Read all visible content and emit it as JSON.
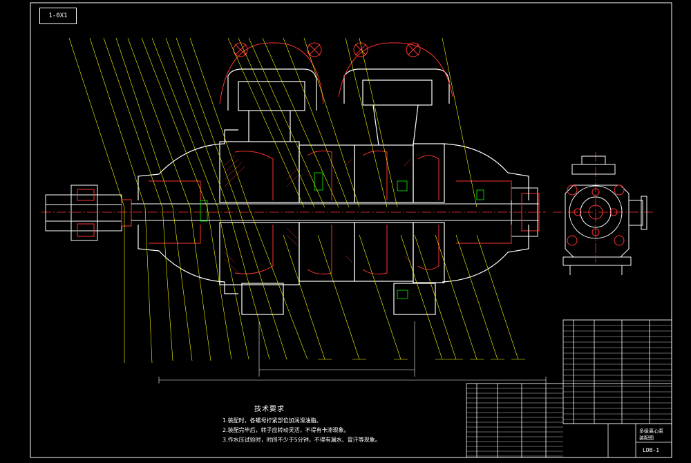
{
  "drawing": {
    "drawing_number_box": "1-0X1",
    "title_block_code": "LDB-1",
    "title_block_name_line1": "多级离心泵",
    "title_block_name_line2": "装配图"
  },
  "technical_requirements": {
    "title": "技术要求",
    "items": [
      "1.装配时，各螺母拧紧部位加润滑油脂。",
      "2.装配完毕后，转子应转动灵活，不得有卡滞现象。",
      "3.作水压试验时，时间不少于5分钟，不得有漏水、冒汗等现象。"
    ]
  },
  "colors": {
    "background": "#000000",
    "outline": "#ffffff",
    "leader": "#ffff00",
    "section": "#ff0000",
    "parts": "#ff0000",
    "dimension": "#ffffff",
    "hidden": "#00ff00"
  }
}
